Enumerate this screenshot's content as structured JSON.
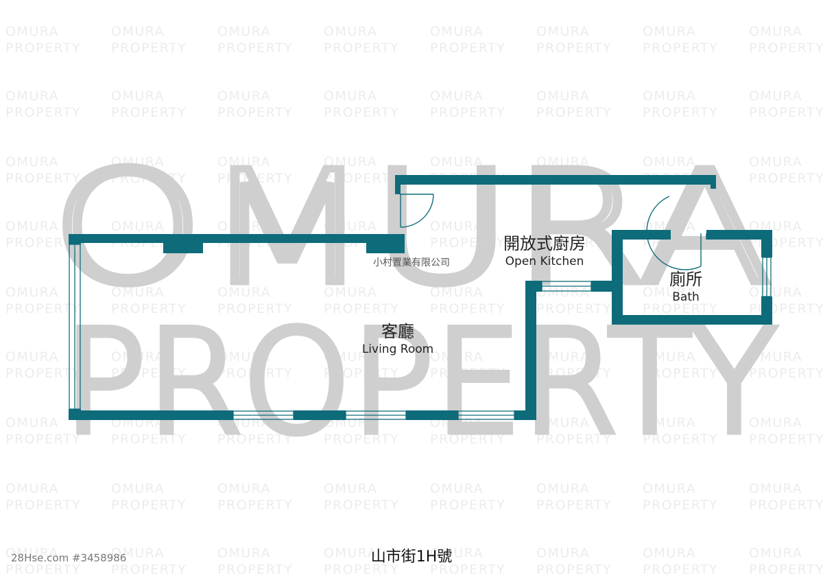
{
  "watermark": {
    "line1": "OMURA",
    "line2": "PROPERTY"
  },
  "company_name": "小村置業有限公司",
  "rooms": {
    "kitchen": {
      "zh": "開放式廚房",
      "en": "Open Kitchen"
    },
    "bath": {
      "zh": "廁所",
      "en": "Bath"
    },
    "living": {
      "zh": "客廳",
      "en": "Living Room"
    }
  },
  "address": "山市街1H號",
  "listing_id": "28Hse.com #3458986",
  "colors": {
    "wall": "#0e6b7a",
    "watermark_big": "#cfcfcf",
    "watermark_tile": "#ececec"
  }
}
